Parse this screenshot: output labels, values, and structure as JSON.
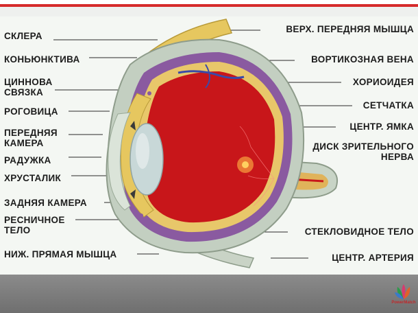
{
  "diagram": {
    "labels_left": [
      "СКЛЕРА",
      "КОНЬЮНКТИВА",
      "ЦИННОВА",
      "СВЯЗКА",
      "РОГОВИЦА",
      "ПЕРЕДНЯЯ",
      "КАМЕРА",
      "РАДУЖКА",
      "ХРУСТАЛИК",
      "ЗАДНЯЯ КАМЕРА",
      "РЕСНИЧНОЕ",
      "ТЕЛО",
      "НИЖ. ПРЯМАЯ МЫШЦА"
    ],
    "labels_right": [
      "ВЕРХ. ПЕРЕДНЯЯ МЫШЦА",
      "ВОРТИКОЗНАЯ ВЕНА",
      "ХОРИОИДЕЯ",
      "СЕТЧАТКА",
      "ЦЕНТР. ЯМКА",
      "ДИСК ЗРИТЕЛЬНОГО",
      "НЕРВА",
      "СТЕКЛОВИДНОЕ ТЕЛО",
      "ЦЕНТР. АРТЕРИЯ"
    ]
  },
  "branding": {
    "logo_text": "PowerMatch"
  },
  "colors": {
    "accent_bar": "#d62b2b",
    "vitreous": "#c8161a",
    "retina": "#e8c76a",
    "sclera": "#b9c7b8"
  }
}
